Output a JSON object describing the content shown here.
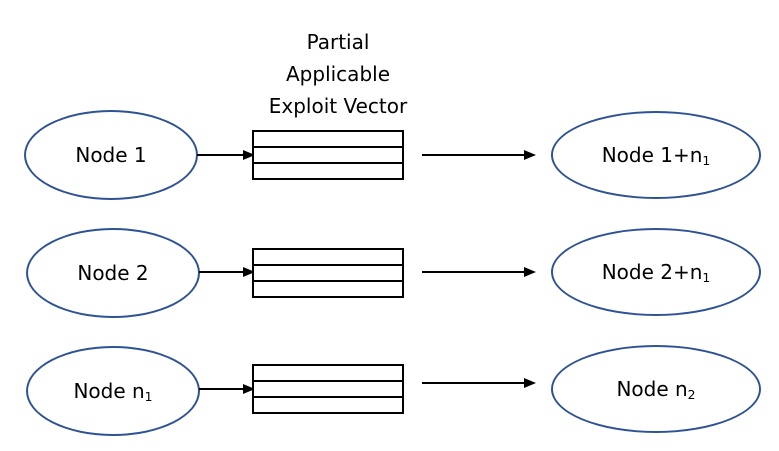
{
  "diagram": {
    "title": "Partial\nApplicable\nExploit Vector",
    "colors": {
      "node_stroke": "#2E5395",
      "node_fill": "#FFFFFF",
      "box_stroke": "#000000",
      "arrow": "#000000",
      "background": "#FFFFFF",
      "text": "#000000"
    },
    "rows": [
      {
        "source": {
          "text": "Node 1",
          "base": "Node 1",
          "sub": ""
        },
        "vector": {
          "cells": 3
        },
        "target": {
          "text": "Node 1+n1",
          "base": "Node 1+n",
          "sub": "1"
        }
      },
      {
        "source": {
          "text": "Node 2",
          "base": "Node 2",
          "sub": ""
        },
        "vector": {
          "cells": 3
        },
        "target": {
          "text": "Node 2+n1",
          "base": "Node 2+n",
          "sub": "1"
        }
      },
      {
        "source": {
          "text": "Node n1",
          "base": "Node n",
          "sub": "1"
        },
        "vector": {
          "cells": 3
        },
        "target": {
          "text": "Node n2",
          "base": "Node n",
          "sub": "2"
        }
      }
    ]
  }
}
